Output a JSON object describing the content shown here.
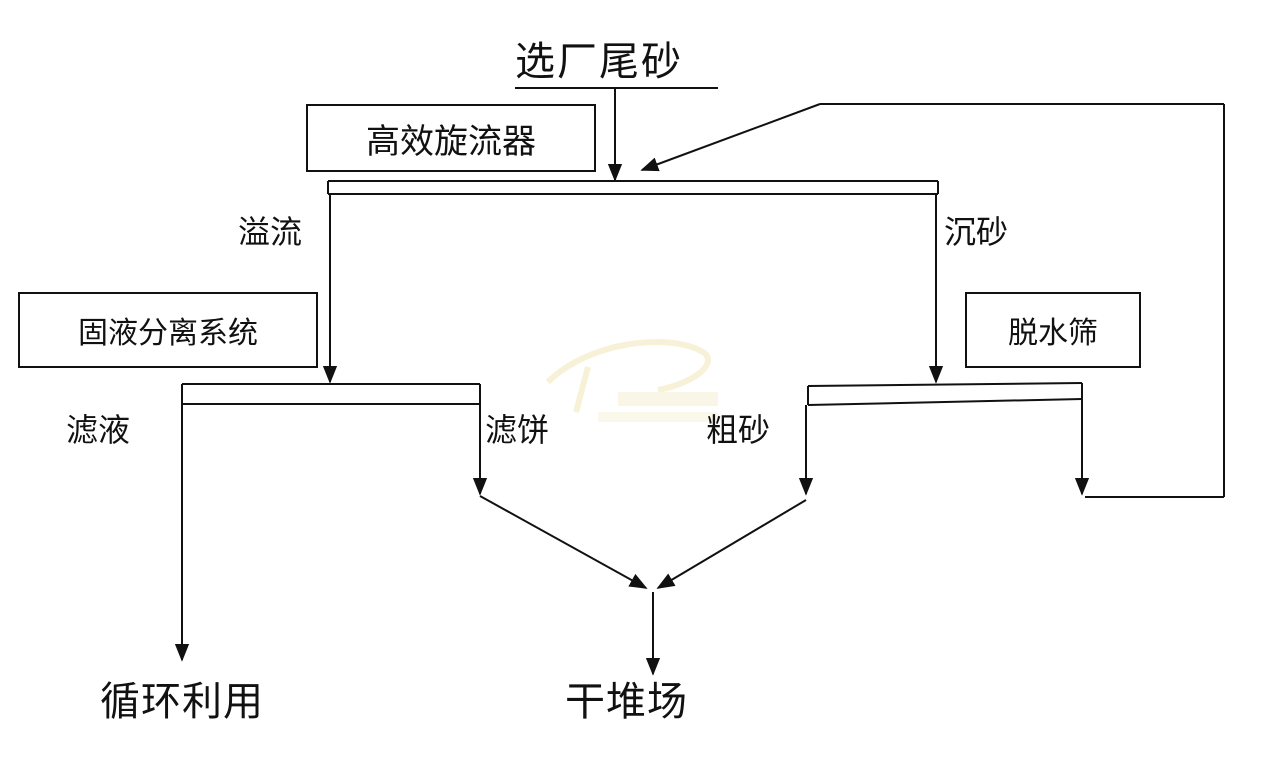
{
  "title": "选厂尾砂",
  "equipment": {
    "cyclone": "高效旋流器",
    "solid_liquid": "固液分离系统",
    "dewatering_screen": "脱水筛"
  },
  "streams": {
    "overflow": "溢流",
    "underflow": "沉砂",
    "filtrate": "滤液",
    "filter_cake": "滤饼",
    "coarse_sand": "粗砂"
  },
  "destinations": {
    "recycle": "循环利用",
    "dry_stack": "干堆场"
  },
  "colors": {
    "line": "#111111",
    "background": "#ffffff",
    "watermark": "#e8d890"
  }
}
